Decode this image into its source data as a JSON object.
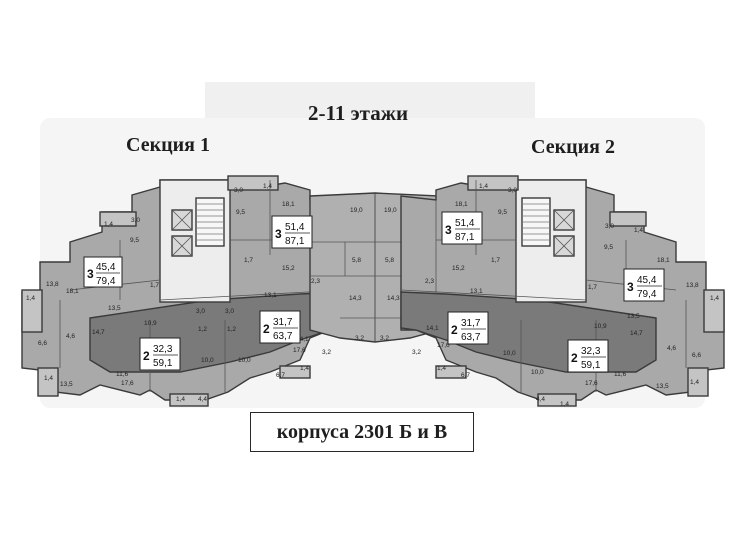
{
  "header": {
    "floors": "2-11 этажи",
    "section_1": "Секция 1",
    "section_2": "Секция 2"
  },
  "caption": "корпуса 2301 Б и В",
  "apartments": [
    {
      "id": "s1-a",
      "rooms": "3",
      "living": "45,4",
      "total": "79,4"
    },
    {
      "id": "s1-b",
      "rooms": "3",
      "living": "51,4",
      "total": "87,1"
    },
    {
      "id": "s1-c",
      "rooms": "2",
      "living": "31,7",
      "total": "63,7"
    },
    {
      "id": "s1-d",
      "rooms": "2",
      "living": "32,3",
      "total": "59,1"
    },
    {
      "id": "s2-a",
      "rooms": "3",
      "living": "51,4",
      "total": "87,1"
    },
    {
      "id": "s2-b",
      "rooms": "3",
      "living": "45,4",
      "total": "79,4"
    },
    {
      "id": "s2-c",
      "rooms": "2",
      "living": "31,7",
      "total": "63,7"
    },
    {
      "id": "s2-d",
      "rooms": "2",
      "living": "32,3",
      "total": "59,1"
    }
  ],
  "room_areas": [
    "3,0",
    "1,4",
    "18,1",
    "9,5",
    "19,0",
    "19,0",
    "1,4",
    "3,0",
    "18,1",
    "9,5",
    "1,4",
    "3,0",
    "9,5",
    "3,0",
    "1,4",
    "9,5",
    "13,8",
    "18,1",
    "1,7",
    "1,7",
    "5,8",
    "5,8",
    "1,7",
    "1,7",
    "18,1",
    "13,8",
    "13,5",
    "15,2",
    "15,2",
    "13,5",
    "1,4",
    "2,3",
    "13,1",
    "13,1",
    "2,3",
    "1,4",
    "4,6",
    "6,6",
    "14,7",
    "10,9",
    "3,0",
    "3,0",
    "1,2",
    "1,2",
    "14,3",
    "14,3",
    "3,2",
    "3,2",
    "10,9",
    "14,7",
    "4,6",
    "6,6",
    "11,6",
    "10,0",
    "10,0",
    "14,1",
    "17,6",
    "14,1",
    "17,6",
    "10,0",
    "10,0",
    "11,6",
    "17,6",
    "6,7",
    "1,4",
    "3,2",
    "3,2",
    "1,4",
    "6,7",
    "17,6",
    "1,4",
    "13,5",
    "13,5",
    "1,4",
    "1,4",
    "4,4",
    "4,4",
    "1,4"
  ]
}
